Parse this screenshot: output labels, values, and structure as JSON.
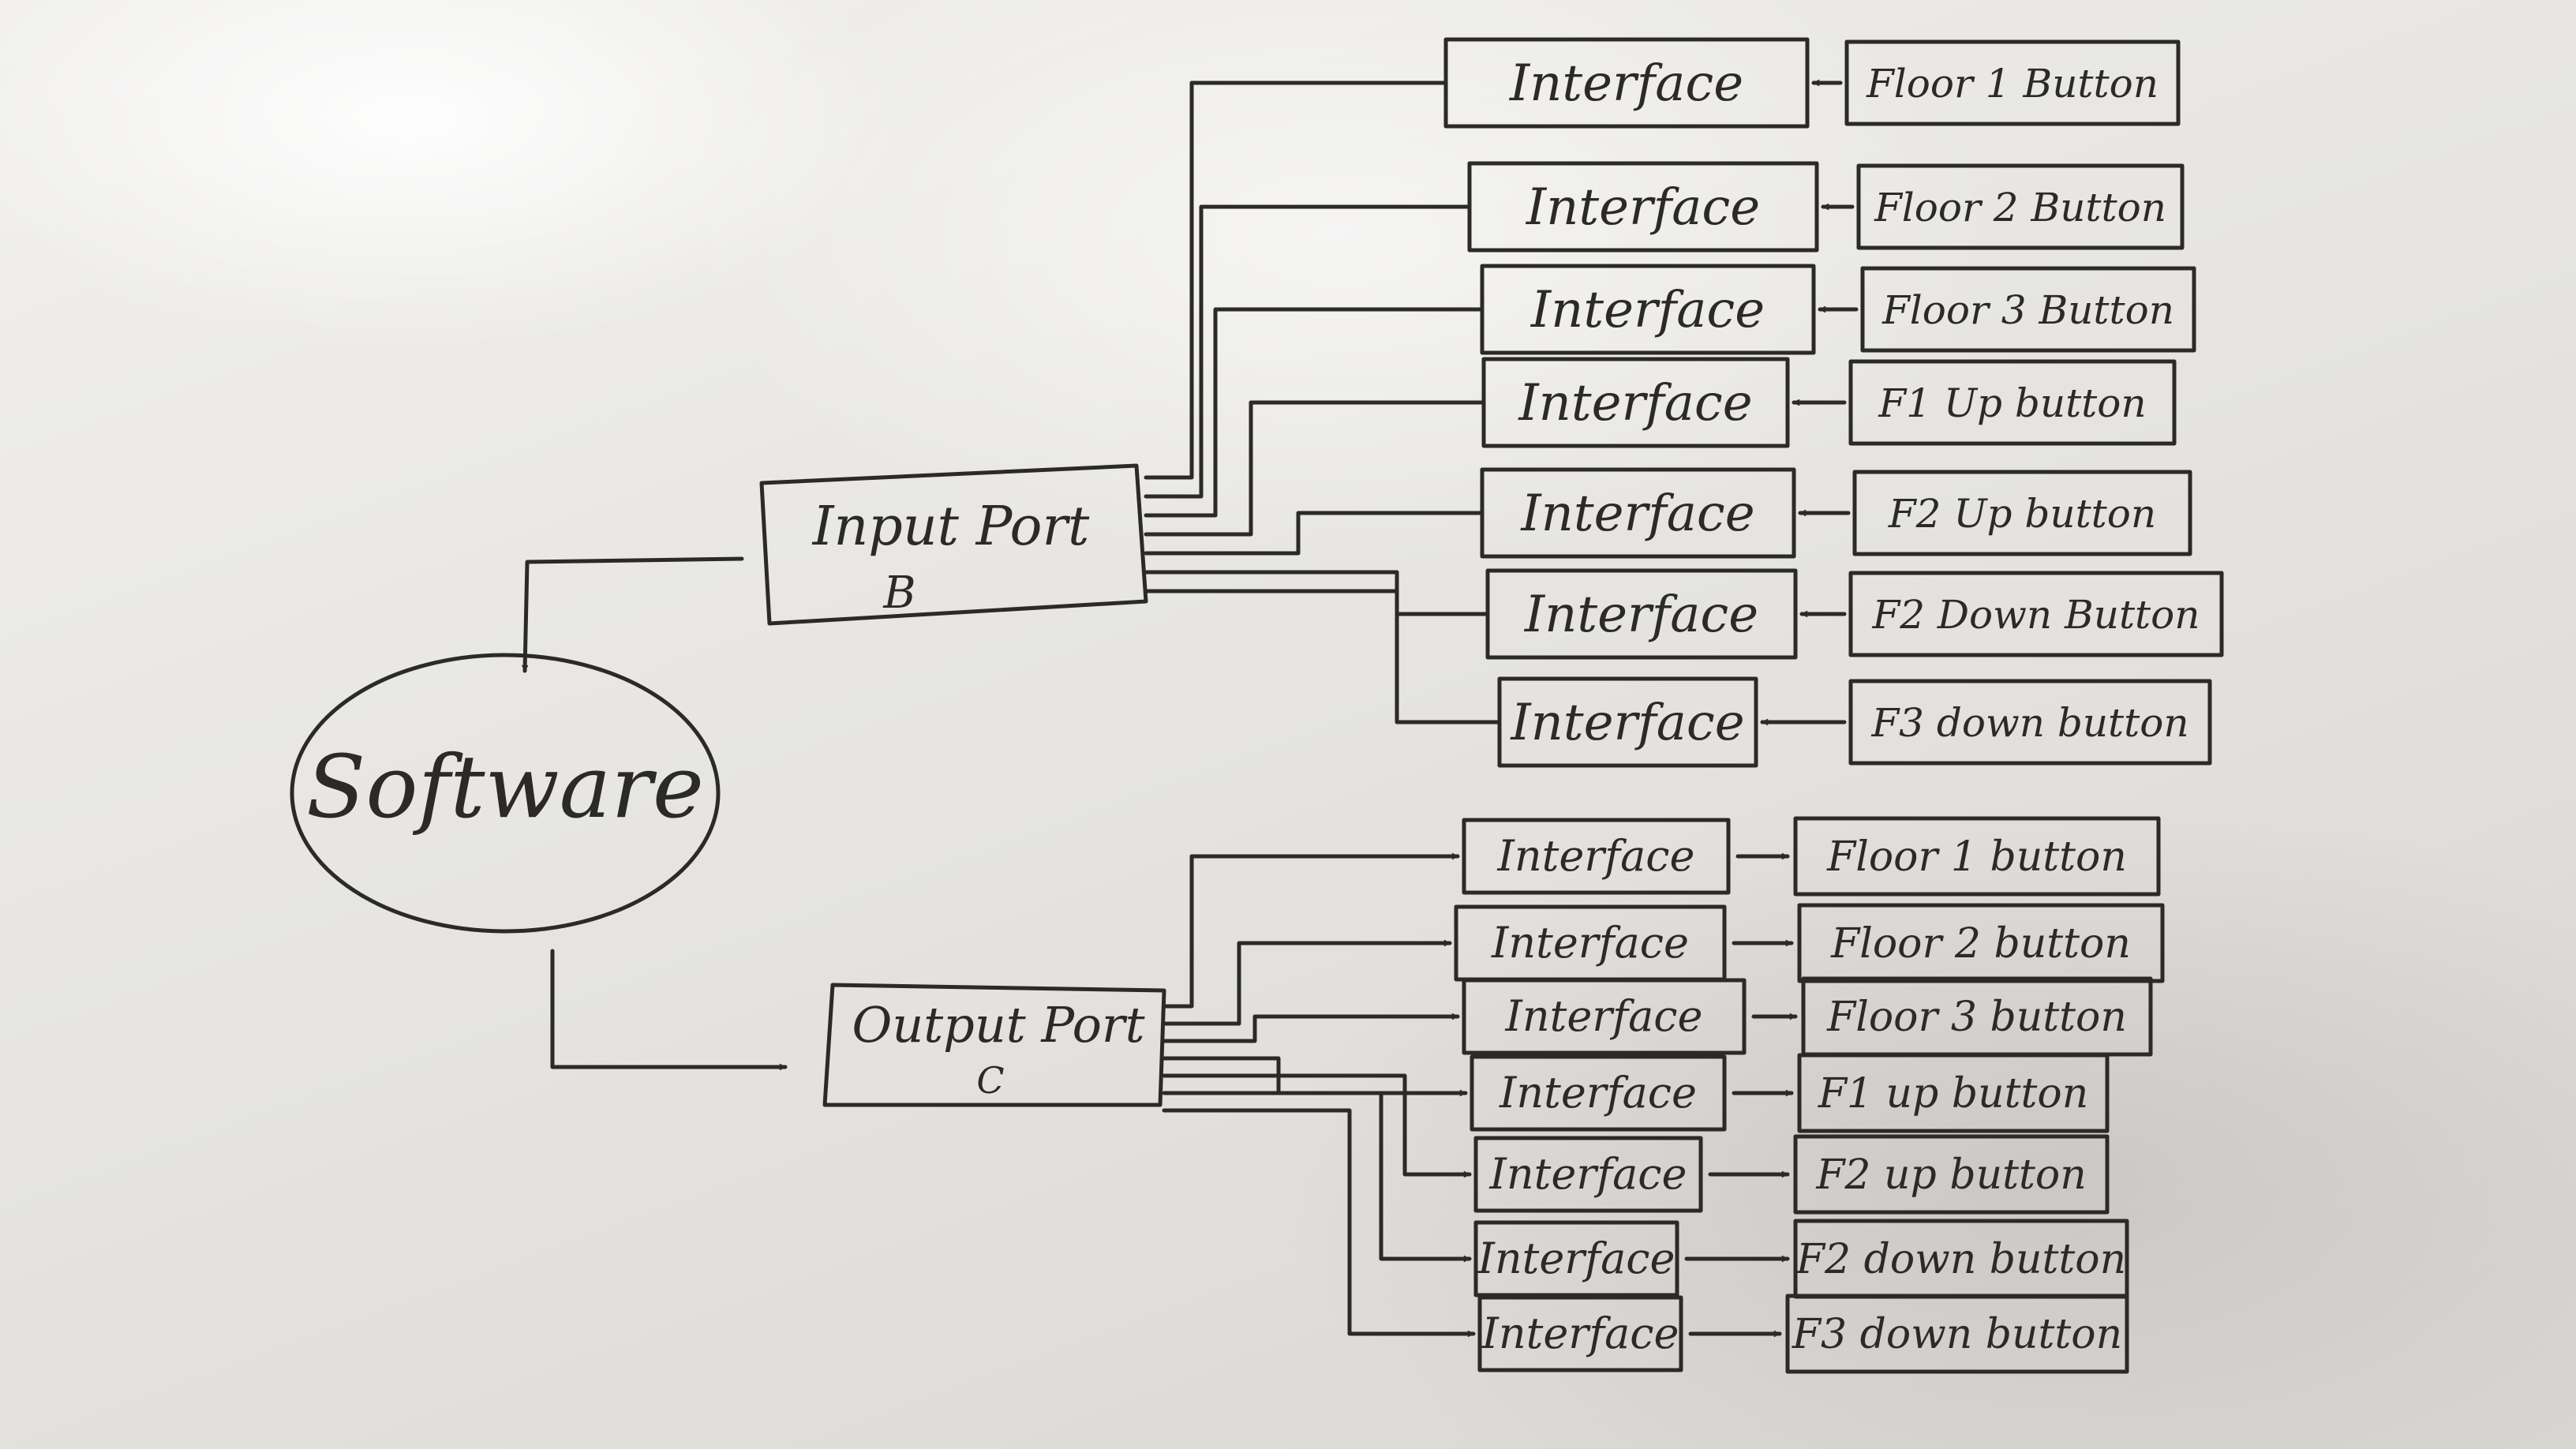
{
  "software": "Software",
  "input_port": {
    "line1": "Input Port",
    "line2": "B"
  },
  "output_port": {
    "line1": "Output Port",
    "line2": "C"
  },
  "input_rows": [
    {
      "interface": "Interface",
      "button": "Floor 1 Button"
    },
    {
      "interface": "Interface",
      "button": "Floor 2 Button"
    },
    {
      "interface": "Interface",
      "button": "Floor 3 Button"
    },
    {
      "interface": "Interface",
      "button": "F1 Up button"
    },
    {
      "interface": "Interface",
      "button": "F2 Up button"
    },
    {
      "interface": "Interface",
      "button": "F2 Down Button"
    },
    {
      "interface": "Interface",
      "button": "F3 down button"
    }
  ],
  "output_rows": [
    {
      "interface": "Interface",
      "button": "Floor 1 button"
    },
    {
      "interface": "Interface",
      "button": "Floor 2 button"
    },
    {
      "interface": "Interface",
      "button": "Floor 3 button"
    },
    {
      "interface": "Interface",
      "button": "F1 up button"
    },
    {
      "interface": "Interface",
      "button": "F2 up button"
    },
    {
      "interface": "Interface",
      "button": "F2 down button"
    },
    {
      "interface": "Interface",
      "button": "F3 down button"
    }
  ]
}
